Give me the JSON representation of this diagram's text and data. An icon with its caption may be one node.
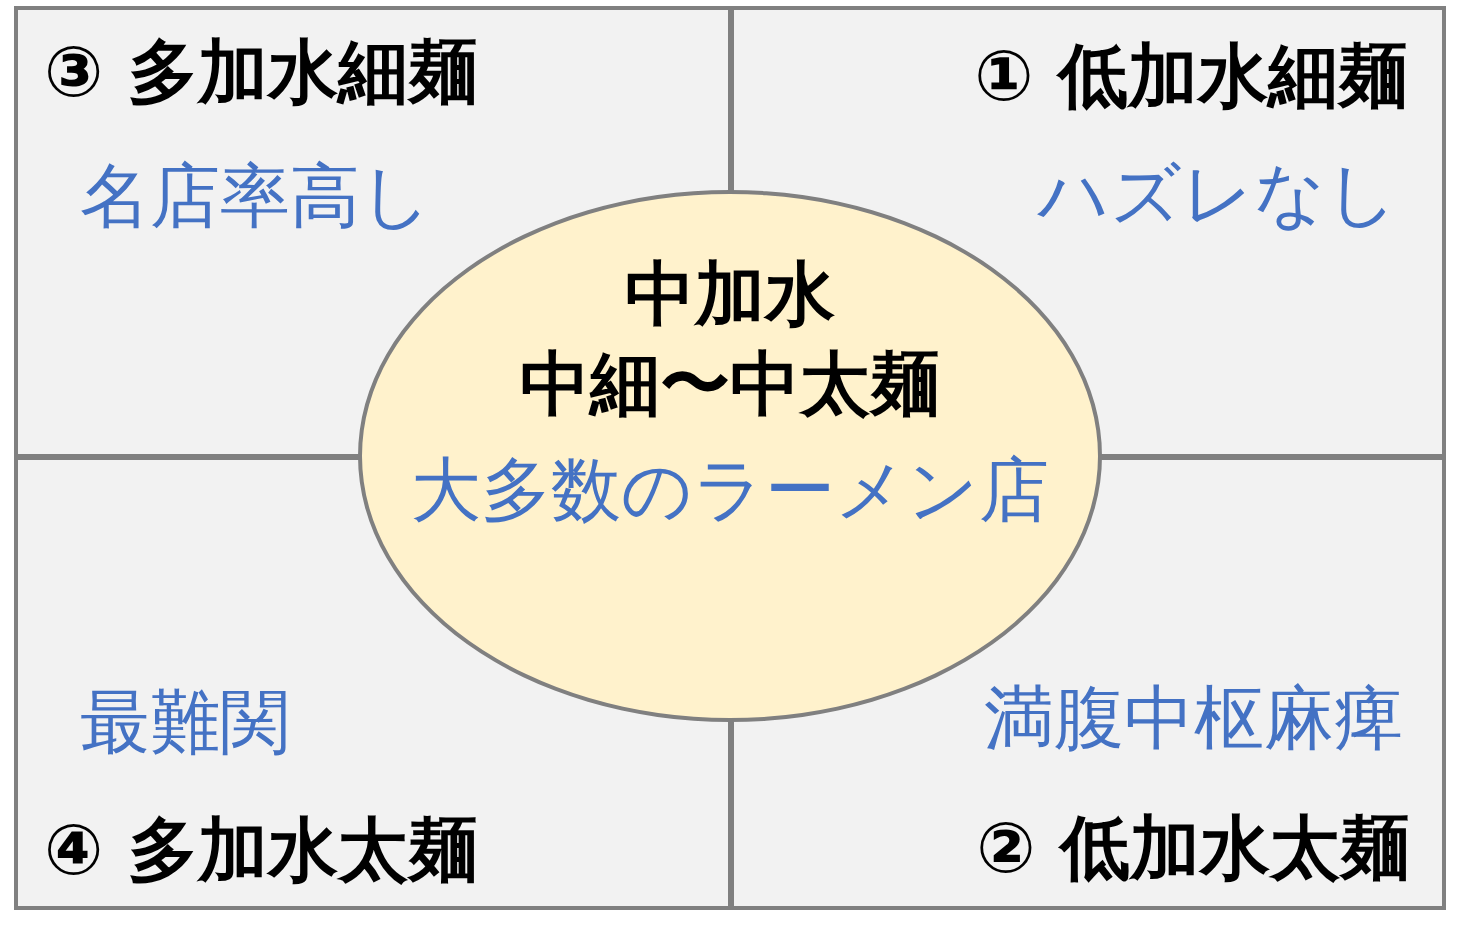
{
  "diagram": {
    "nodes": [
      {
        "text": [
          "中加水",
          "中細〜中太麺",
          "大多数のラーメン店"
        ]
      }
    ],
    "labels": [
      "③ 多加水細麺",
      "名店率高し",
      "① 低加水細麺",
      "ハズレなし",
      "最難関",
      "④ 多加水太麺",
      "満腹中枢麻痺",
      "② 低加水太麺"
    ]
  }
}
